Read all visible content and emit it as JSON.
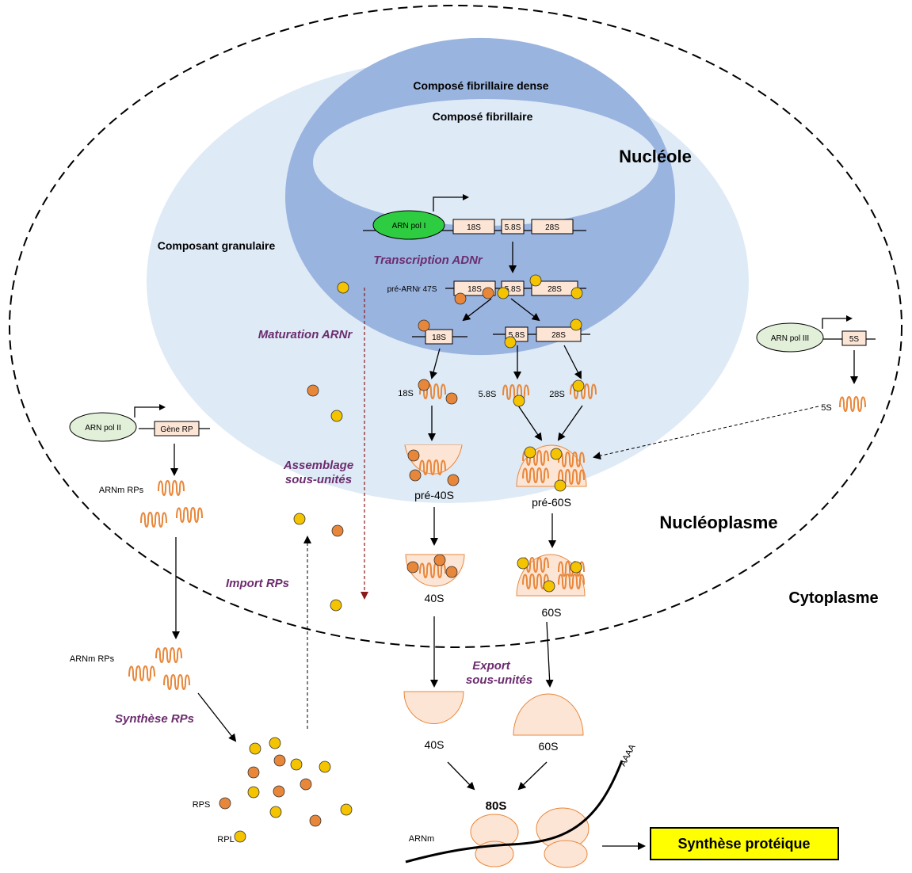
{
  "compartments": {
    "dense": "Composé fibrillaire dense",
    "fibrillar": "Composé fibrillaire",
    "nucleolus": "Nucléole",
    "granular": "Composant granulaire",
    "nucleoplasm": "Nucléoplasme",
    "cytoplasm": "Cytoplasme"
  },
  "genes": {
    "pol1": "ARN pol I",
    "pol2": "ARN pol II",
    "pol3": "ARN pol III",
    "gene18": "18S",
    "gene58": "5.8S",
    "gene28": "28S",
    "geneRP": "Gène RP",
    "gene5s": "5S"
  },
  "processes": {
    "transcription": "Transcription ADNr",
    "maturation": "Maturation ARNr",
    "assembly_1": "Assemblage",
    "assembly_2": "sous-unités",
    "import": "Import RPs",
    "export_1": "Export",
    "export_2": "sous-unités",
    "synthesis_rps": "Synthèse RPs"
  },
  "rna": {
    "pre47s": "pré-ARNr 47S",
    "s18": "18S",
    "s58": "5.8S",
    "s28": "28S",
    "s5": "5S",
    "mrna_rps_1": "ARNm RPs",
    "mrna_rps_2": "ARNm RPs",
    "mrna": "ARNm",
    "polya": "AAAA"
  },
  "particles": {
    "pre40s": "pré-40S",
    "pre60s": "pré-60S",
    "s40_nuc": "40S",
    "s60_nuc": "60S",
    "s40_cyto": "40S",
    "s60_cyto": "60S",
    "s80": "80S"
  },
  "proteins": {
    "rps": "RPS",
    "rpl": "RPL"
  },
  "output": "Synthèse protéique",
  "colors": {
    "granular": "#deeaf6",
    "fibrillar": "#9ab4e0",
    "box": "#fde5d6",
    "rps": "#e8873a",
    "rpl": "#f5c400",
    "pol1": "#2ecc40",
    "pol_other": "#e2efd9",
    "process_text": "#6b2c6e",
    "maturation_arrow": "#8b1a1a",
    "output_box": "#ffff00"
  }
}
